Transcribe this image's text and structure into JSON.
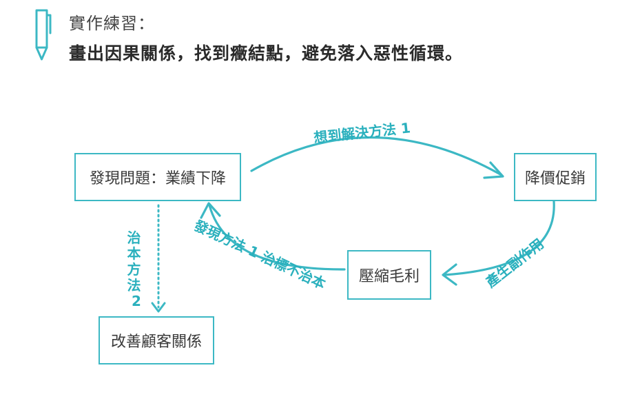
{
  "header": {
    "subtitle": "實作練習：",
    "title": "畫出因果關係，找到癥結點，避免落入惡性循環。"
  },
  "colors": {
    "accent": "#3cb8c4",
    "text": "#333333"
  },
  "icons": {
    "header_icon": "pen-icon"
  },
  "nodes": {
    "problem": "發現問題：業績下降",
    "discount": "降價促銷",
    "margin": "壓縮毛利",
    "relation": "改善顧客關係"
  },
  "edges": {
    "solution1": "想到解決方法 1",
    "side_effect": "產生副作用",
    "found1": "發現方法 1 治標不治本",
    "root_chars": [
      "治",
      "本",
      "方",
      "法",
      "2"
    ]
  }
}
